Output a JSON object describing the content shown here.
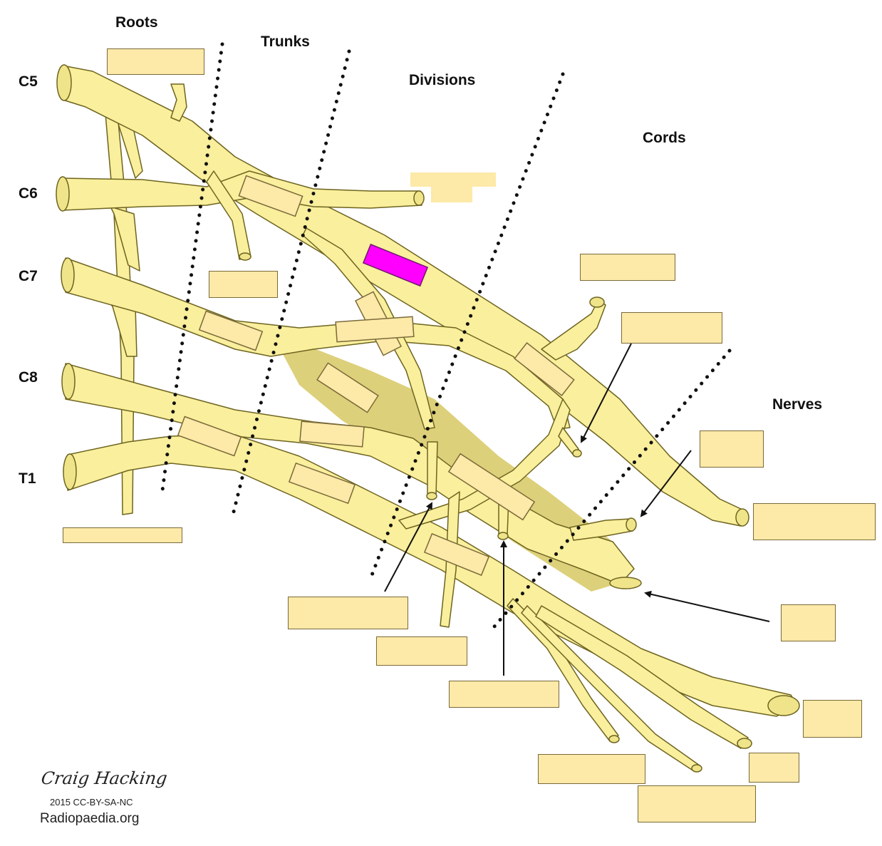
{
  "headers": {
    "roots": "Roots",
    "trunks": "Trunks",
    "divisions": "Divisions",
    "cords": "Cords",
    "nerves": "Nerves"
  },
  "root_labels": {
    "c5": "C5",
    "c6": "C6",
    "c7": "C7",
    "c8": "C8",
    "t1": "T1"
  },
  "credit": {
    "author": "Craig Hacking",
    "license": "2015 CC-BY-SA-NC",
    "site": "Radiopaedia.org"
  },
  "colors": {
    "nerve_fill": "#f9ef9c",
    "nerve_stroke": "#6e6420",
    "nerve_shadow": "#ddd07a",
    "label_box_fill": "#fde9a8",
    "label_box_border": "#7a6a3a",
    "highlight_box": "#ff00ff",
    "dotted_line": "#111111"
  }
}
